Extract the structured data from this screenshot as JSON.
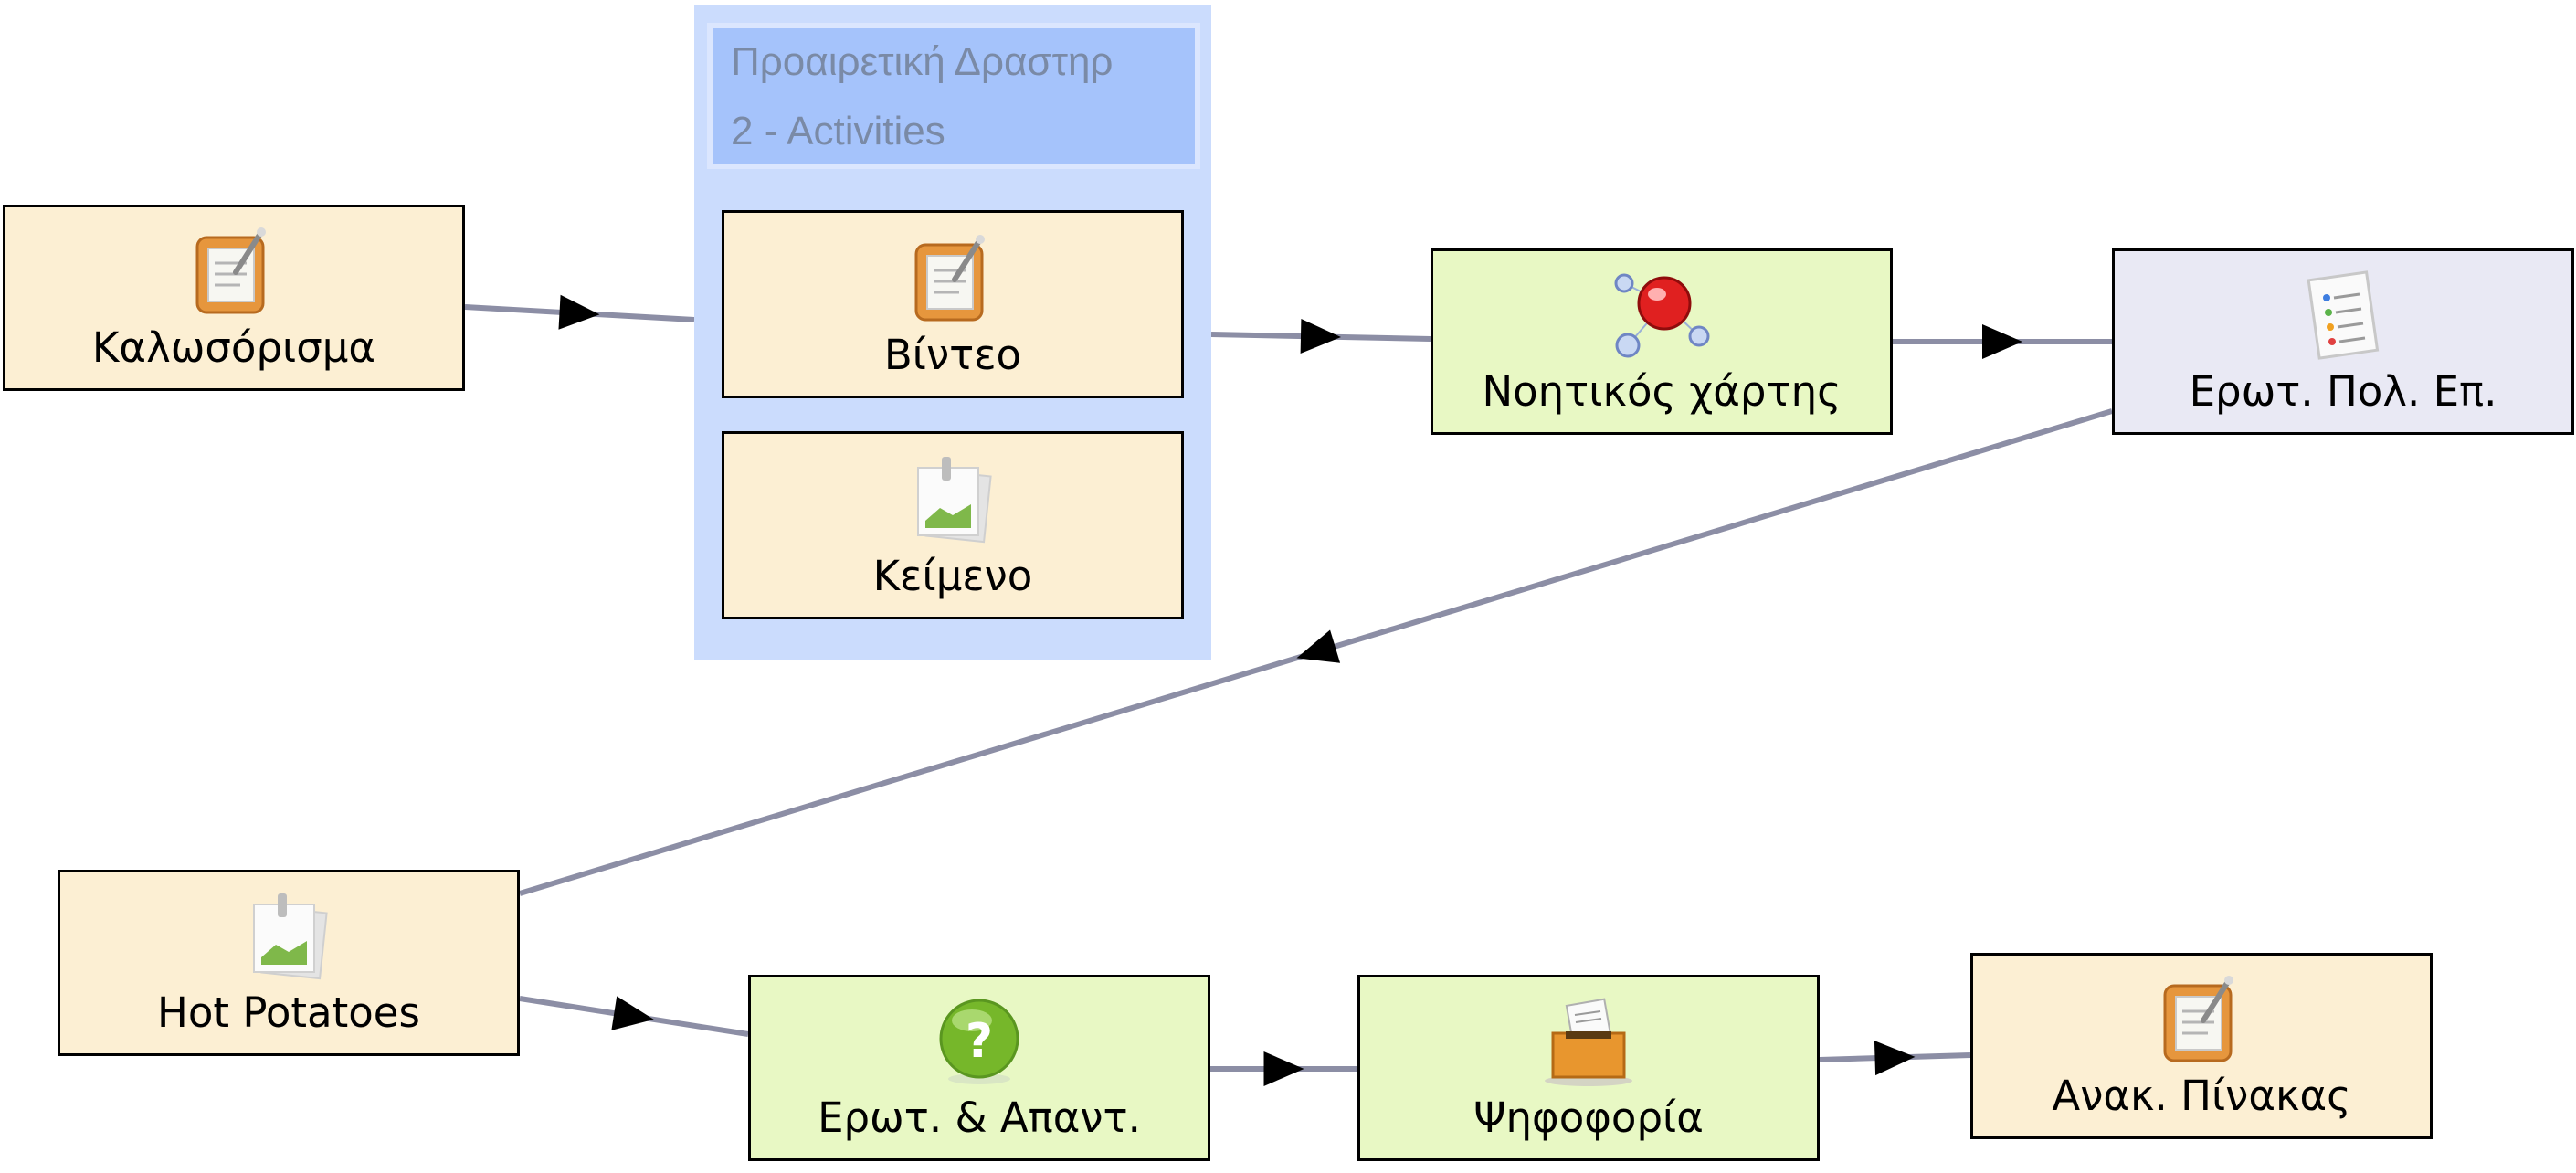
{
  "diagram": {
    "colors": {
      "notebook_fill": "#fcefd3",
      "mindmap_fill": "#e8f8c4",
      "survey_fill": "#e9e9f4",
      "group_fill": "#cbdcfd",
      "group_header_fill": "#a5c3fb",
      "edge": "#8c8ea5",
      "arrow": "#000000"
    },
    "group": {
      "title": "Προαιρετική Δραστηρ",
      "subtitle": "2 - Activities"
    },
    "nodes": [
      {
        "id": "welcome",
        "label": "Καλωσόρισμα",
        "icon": "notebook-icon"
      },
      {
        "id": "video",
        "label": "Βίντεο",
        "icon": "notebook-icon"
      },
      {
        "id": "text",
        "label": "Κείμενο",
        "icon": "image-icon"
      },
      {
        "id": "mindmap",
        "label": "Νοητικός χάρτης",
        "icon": "mindmap-icon"
      },
      {
        "id": "mcq",
        "label": "Ερωτ. Πολ. Επ.",
        "icon": "checklist-icon"
      },
      {
        "id": "hotpot",
        "label": "Hot Potatoes",
        "icon": "image-icon"
      },
      {
        "id": "qa",
        "label": "Ερωτ. & Απαντ.",
        "icon": "question-icon"
      },
      {
        "id": "vote",
        "label": "Ψηφοφορία",
        "icon": "ballot-box-icon"
      },
      {
        "id": "board",
        "label": "Ανακ. Πίνακας",
        "icon": "notebook-icon"
      }
    ],
    "edges": [
      {
        "from": "welcome",
        "to": "group"
      },
      {
        "from": "group",
        "to": "mindmap"
      },
      {
        "from": "mindmap",
        "to": "mcq"
      },
      {
        "from": "mcq",
        "to": "hotpot"
      },
      {
        "from": "hotpot",
        "to": "qa"
      },
      {
        "from": "qa",
        "to": "vote"
      },
      {
        "from": "vote",
        "to": "board"
      }
    ]
  }
}
